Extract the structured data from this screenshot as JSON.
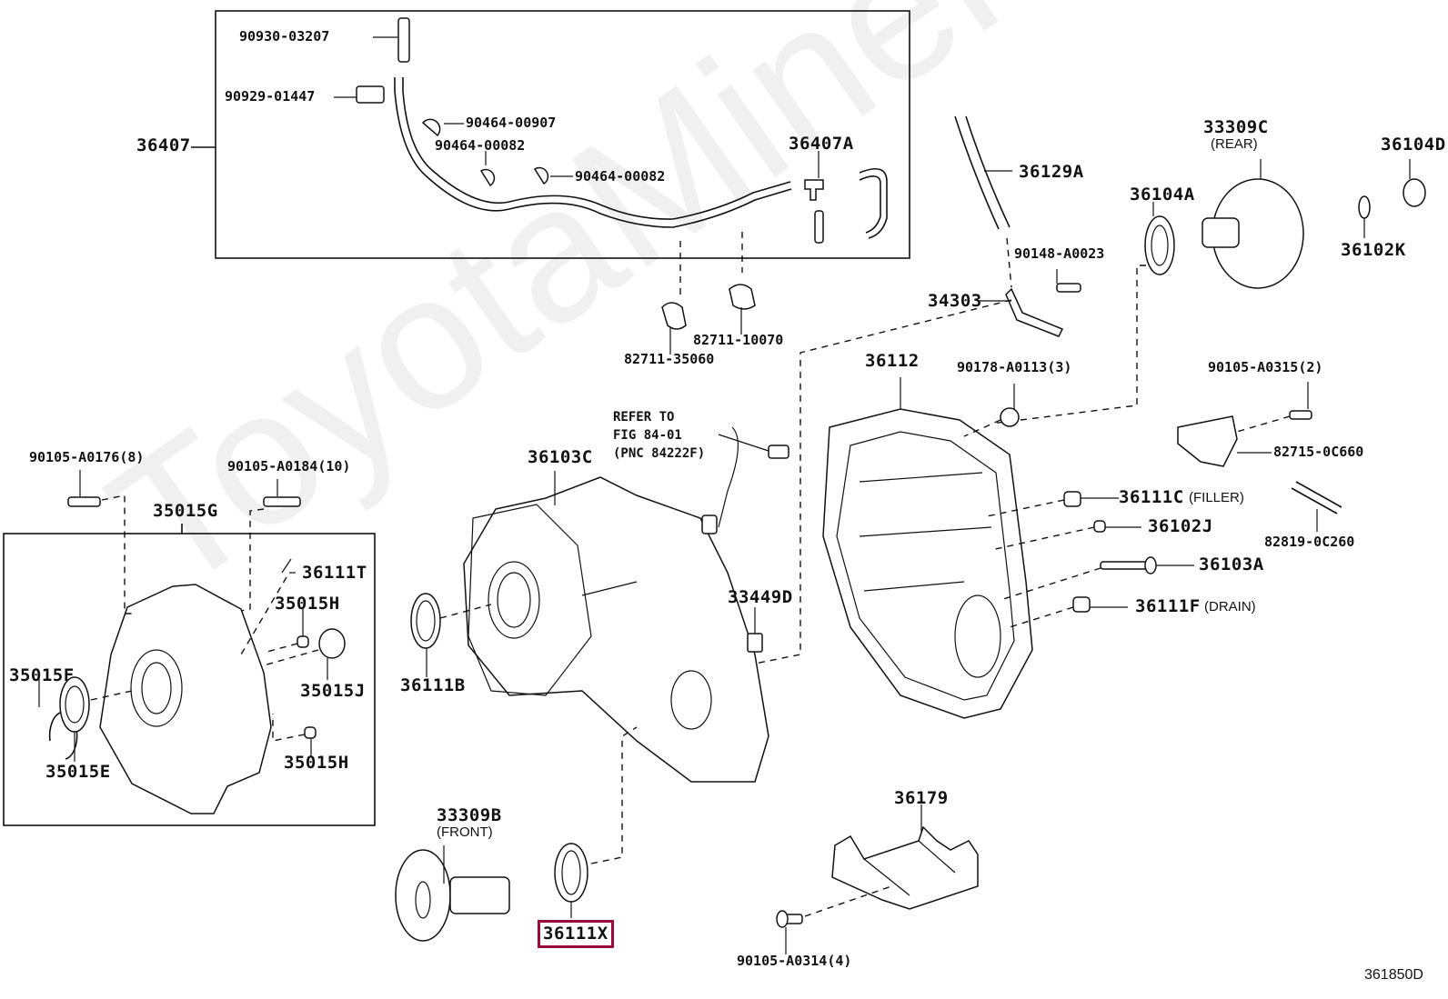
{
  "diagram": {
    "figure_id": "361850D",
    "watermark": "ToyotaMiner.ru",
    "highlight_color": "#9b0a3c",
    "highlighted_part": "36111X",
    "groups": {
      "hose_group": "36407",
      "extension_housing_group": "35015G"
    },
    "labels": {
      "p90930_03207": "90930-03207",
      "p90929_01447": "90929-01447",
      "p36407": "36407",
      "p90464_00907": "90464-00907",
      "p90464_00082a": "90464-00082",
      "p90464_00082b": "90464-00082",
      "p36407A": "36407A",
      "p82711_10070": "82711-10070",
      "p82711_35060": "82711-35060",
      "p36129A": "36129A",
      "p90148_A0023": "90148-A0023",
      "p34303": "34303",
      "p36104A": "36104A",
      "p33309C": "33309C",
      "p33309C_note": "(REAR)",
      "p36104D": "36104D",
      "p36102K": "36102K",
      "p36112": "36112",
      "p90178_A0113": "90178-A0113(3)",
      "p90105_A0315": "90105-A0315(2)",
      "p82715_0C660": "82715-0C660",
      "p36111C": "36111C",
      "p36111C_note": "(FILLER)",
      "p36102J": "36102J",
      "p82819_0C260": "82819-0C260",
      "p36103A": "36103A",
      "p36111F": "36111F",
      "p36111F_note": "(DRAIN)",
      "p90105_A0176": "90105-A0176(8)",
      "p90105_A0184": "90105-A0184(10)",
      "p35015G": "35015G",
      "p36111T": "36111T",
      "p35015H_a": "35015H",
      "p35015F": "35015F",
      "p35015J": "35015J",
      "p35015H_b": "35015H",
      "p35015E": "35015E",
      "p36103C": "36103C",
      "p36111B": "36111B",
      "p33449D": "33449D",
      "p33309B": "33309B",
      "p33309B_note": "(FRONT)",
      "p36111X": "36111X",
      "p36179": "36179",
      "p90105_A0314": "90105-A0314(4)"
    },
    "refer_note": {
      "line1": "REFER TO",
      "line2": "FIG 84-01",
      "line3": "(PNC 84222F)"
    }
  }
}
